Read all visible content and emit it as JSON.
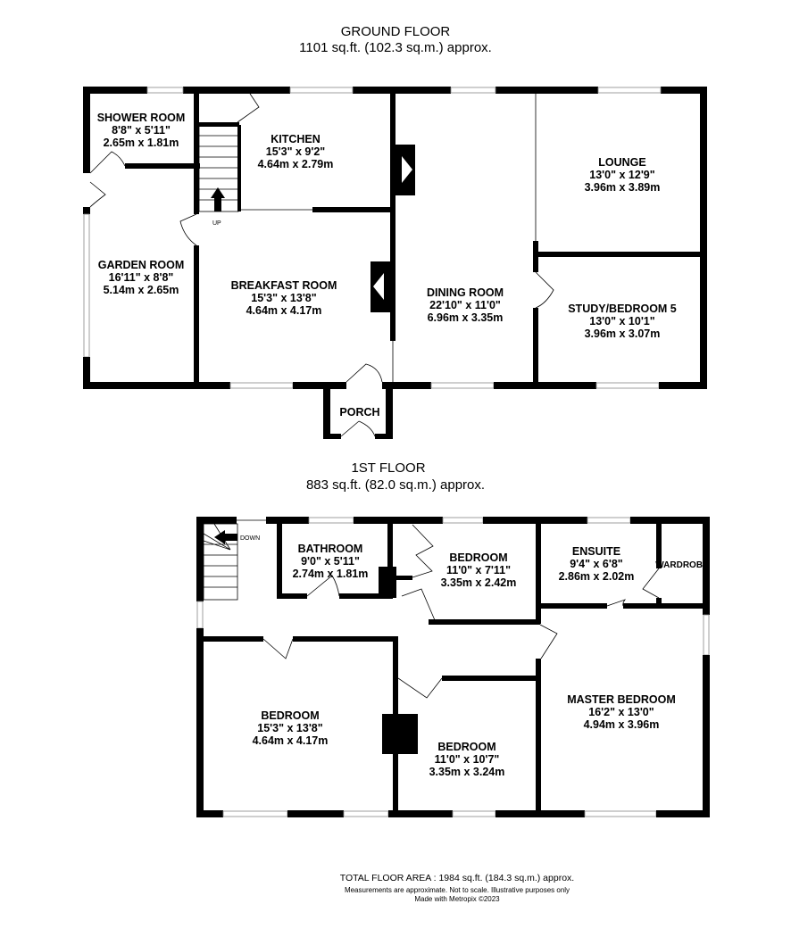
{
  "ground_floor": {
    "title": "GROUND FLOOR",
    "area": "1101 sq.ft. (102.3 sq.m.) approx.",
    "stairs_label": "UP",
    "rooms": [
      {
        "name": "SHOWER ROOM",
        "imperial": "8'8\"  x 5'11\"",
        "metric": "2.65m  x 1.81m"
      },
      {
        "name": "KITCHEN",
        "imperial": "15'3\"  x 9'2\"",
        "metric": "4.64m  x 2.79m"
      },
      {
        "name": "LOUNGE",
        "imperial": "13'0\"  x 12'9\"",
        "metric": "3.96m  x 3.89m"
      },
      {
        "name": "GARDEN ROOM",
        "imperial": "16'11\"  x 8'8\"",
        "metric": "5.14m  x 2.65m"
      },
      {
        "name": "BREAKFAST ROOM",
        "imperial": "15'3\"  x 13'8\"",
        "metric": "4.64m  x 4.17m"
      },
      {
        "name": "DINING ROOM",
        "imperial": "22'10\"  x 11'0\"",
        "metric": "6.96m  x 3.35m"
      },
      {
        "name": "STUDY/BEDROOM 5",
        "imperial": "13'0\"  x 10'1\"",
        "metric": "3.96m  x 3.07m"
      },
      {
        "name": "PORCH"
      }
    ]
  },
  "first_floor": {
    "title": "1ST FLOOR",
    "area": "883 sq.ft. (82.0 sq.m.) approx.",
    "stairs_label": "DOWN",
    "rooms": [
      {
        "name": "BATHROOM",
        "imperial": "9'0\"  x 5'11\"",
        "metric": "2.74m  x 1.81m"
      },
      {
        "name": "BEDROOM",
        "imperial": "11'0\"  x 7'11\"",
        "metric": "3.35m  x 2.42m"
      },
      {
        "name": "ENSUITE",
        "imperial": "9'4\"  x 6'8\"",
        "metric": "2.86m  x 2.02m"
      },
      {
        "name": "WARDROBE"
      },
      {
        "name": "MASTER BEDROOM",
        "imperial": "16'2\"  x 13'0\"",
        "metric": "4.94m  x 3.96m"
      },
      {
        "name": "BEDROOM",
        "imperial": "15'3\"  x 13'8\"",
        "metric": "4.64m  x 4.17m"
      },
      {
        "name": "BEDROOM",
        "imperial": "11'0\"  x 10'7\"",
        "metric": "3.35m  x 3.24m"
      }
    ]
  },
  "footer": {
    "total": "TOTAL FLOOR AREA : 1984 sq.ft. (184.3 sq.m.) approx.",
    "disclaimer": "Measurements are approximate.  Not to scale.  Illustrative purposes only",
    "credit": "Made with Metropix ©2023"
  }
}
